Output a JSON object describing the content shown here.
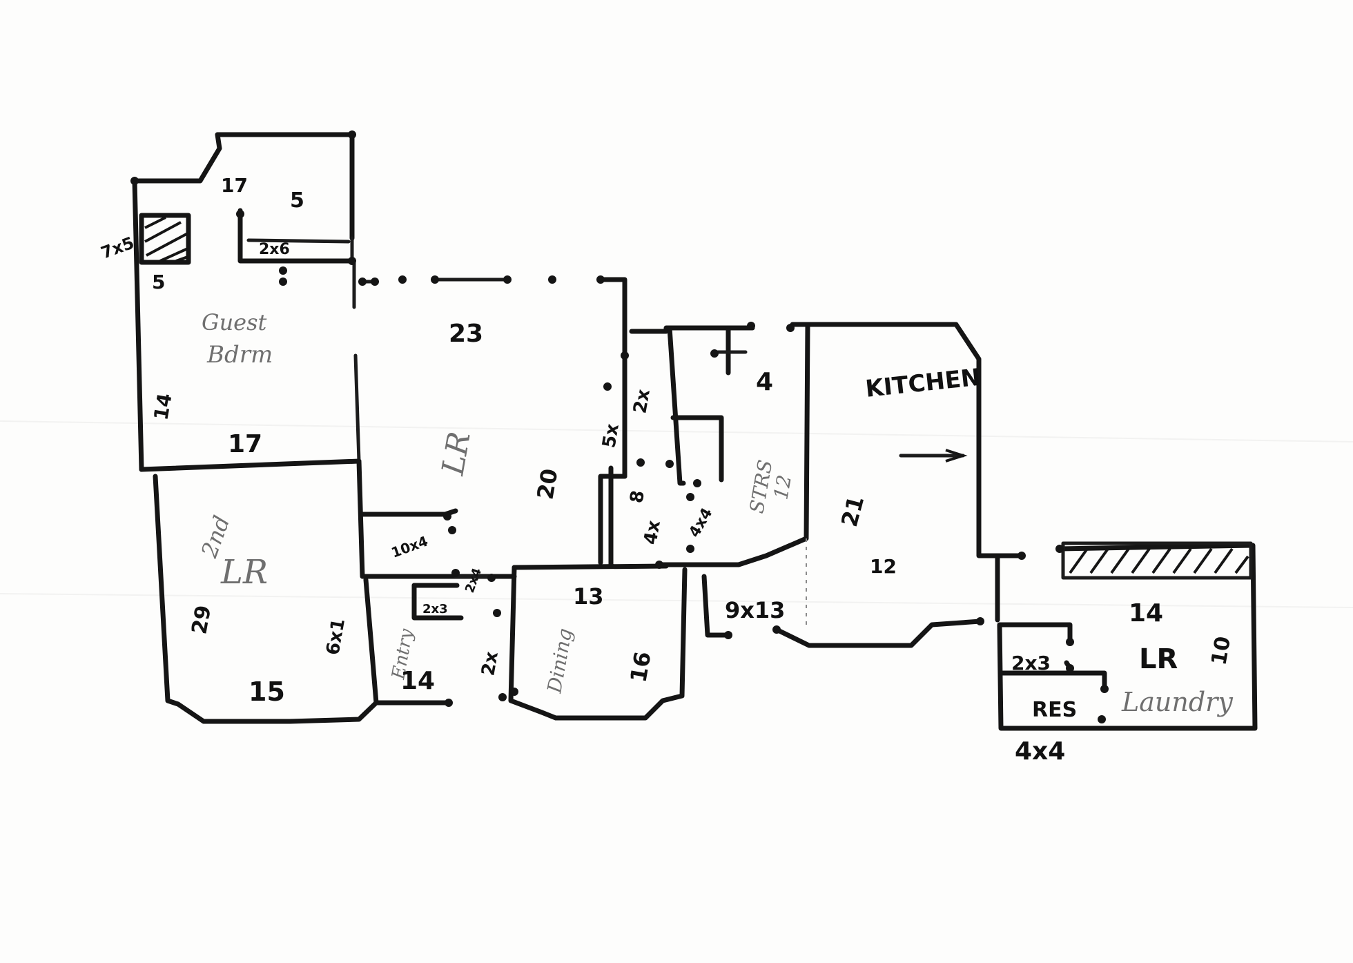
{
  "rooms": {
    "guest_bdrm": {
      "name_line1": "Guest",
      "name_line2": "Bdrm",
      "width": "17",
      "depth": "14",
      "closet_width": "5",
      "closet_label": "5"
    },
    "closet_top": {
      "width": "17",
      "label": "5"
    },
    "living_room": {
      "name": "LR",
      "width": "23",
      "depth": "20"
    },
    "second_lr": {
      "name_line1": "2nd",
      "name_line2": "LR",
      "width": "15",
      "depth": "29",
      "nook": "6x1"
    },
    "entry": {
      "name": "Entry",
      "width": "14"
    },
    "closet_small": {
      "dims": "10x4"
    },
    "closet_2x3": {
      "dims": "2x3"
    },
    "closet_2x4": {
      "dims": "2x4"
    },
    "dining": {
      "name": "Dining",
      "width": "13",
      "depth": "16",
      "side": "2x"
    },
    "hall": {
      "dims_a": "5x",
      "dims_b": "4x",
      "dims_c": "4x4",
      "dims_d": "9x13"
    },
    "stairs": {
      "name": "STRS",
      "depth": "12",
      "width": "4"
    },
    "kitchen": {
      "name": "KITCHEN",
      "depth": "21",
      "width": "12"
    },
    "rear_lr": {
      "name": "LR",
      "width": "14",
      "side": "10"
    },
    "laundry": {
      "name": "Laundry"
    },
    "res": {
      "name": "RES",
      "dims": "4x4"
    },
    "closet_2x3_rear": {
      "dims": "2x3"
    }
  },
  "labels": {
    "fireplace_side": "7x5",
    "closet_depth": "2x6",
    "entry_closet": "8",
    "hall_2x": "2x"
  }
}
